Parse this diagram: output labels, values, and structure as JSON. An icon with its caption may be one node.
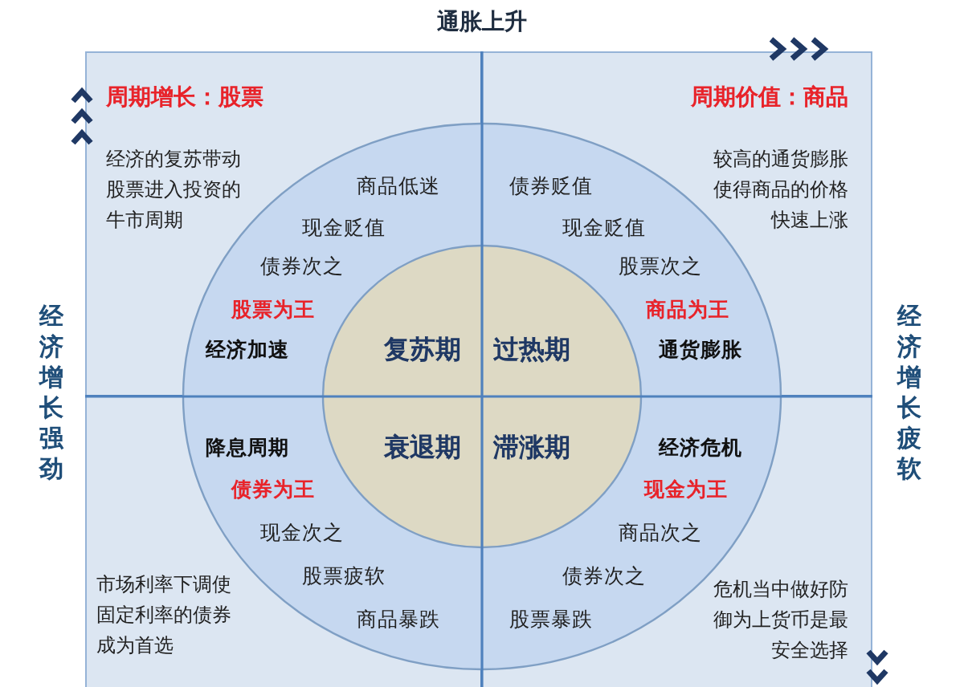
{
  "diagram": {
    "nodes": [
      {
        "text": [
          "周期增长：股票",
          "经济的复苏带动股票进入投资的牛市周期"
        ]
      },
      {
        "text": [
          "商品低迷",
          "现金贬值",
          "债券次之",
          "股票为王",
          "经济加速"
        ],
        "in": 0
      },
      {
        "text": [
          "复苏期"
        ],
        "in": 1
      },
      {
        "text": [
          "周期价值：商品",
          "较高的通货膨胀使得商品的价格快速上涨"
        ]
      },
      {
        "text": [
          "债券贬值",
          "现金贬值",
          "股票次之",
          "商品为王",
          "通货膨胀"
        ],
        "in": 3
      },
      {
        "text": [
          "过热期"
        ],
        "in": 4
      },
      {
        "text": [
          "市场利率下调使固定利率的债券成为首选"
        ]
      },
      {
        "text": [
          "降息周期",
          "债券为王",
          "现金次之",
          "股票疲软",
          "商品暴跌"
        ],
        "in": 6
      },
      {
        "text": [
          "衰退期"
        ],
        "in": 7
      },
      {
        "text": [
          "危机当中做好防御为上货币是最安全选择"
        ]
      },
      {
        "text": [
          "经济危机",
          "现金为王",
          "商品次之",
          "债券次之",
          "股票暴跌"
        ],
        "in": 9
      },
      {
        "text": [
          "滞涨期"
        ],
        "in": 10
      }
    ],
    "labels": [
      "通胀上升",
      "经济增长强劲",
      "经济增长疲软"
    ]
  }
}
